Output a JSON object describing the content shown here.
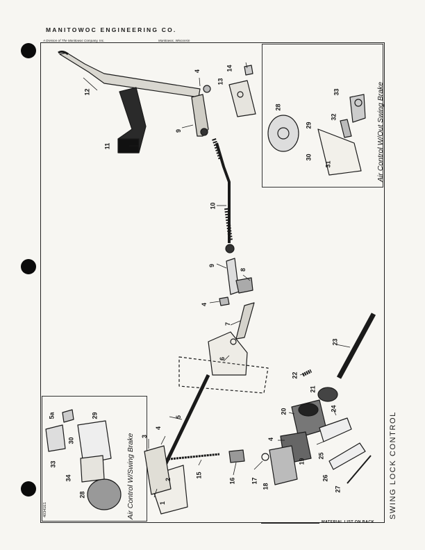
{
  "header": {
    "company": "MANITOWOC ENGINEERING CO.",
    "division": "A Division of The Manitowoc Company, Inc.",
    "location": "Manitowoc, Wisconsin"
  },
  "title": "SWING LOCK CONTROL",
  "footer_note": "MATERIAL LIST ON BACK",
  "doc_number": "40341E1",
  "insets": {
    "top_right": "Air Control W/Out Swing Brake",
    "bottom_left": "Air Control W/Swing Brake"
  },
  "part_numbers": {
    "p12": "12",
    "p4a": "4",
    "p14": "14",
    "p13": "13",
    "p9a": "9",
    "p11": "11",
    "p10": "10",
    "p9b": "9",
    "p8": "8",
    "p4b": "4",
    "p7": "7",
    "p6": "6",
    "p23": "23",
    "p22": "22",
    "p21a": "21",
    "p20": "20",
    "p24": "24",
    "p4c": "4",
    "p19": "19",
    "p25": "25",
    "p26": "26",
    "p27": "27",
    "p5": "5",
    "p3": "3",
    "p4d": "4",
    "p2": "2",
    "p1": "1",
    "p15": "15",
    "p16": "16",
    "p17": "17",
    "p18": "18",
    "p28a": "28",
    "p29a": "29",
    "p30a": "30",
    "p31": "31",
    "p32": "32",
    "p33a": "33",
    "p5a": "5a",
    "p29b": "29",
    "p30b": "30",
    "p33b": "33",
    "p34": "34",
    "p28b": "28"
  }
}
